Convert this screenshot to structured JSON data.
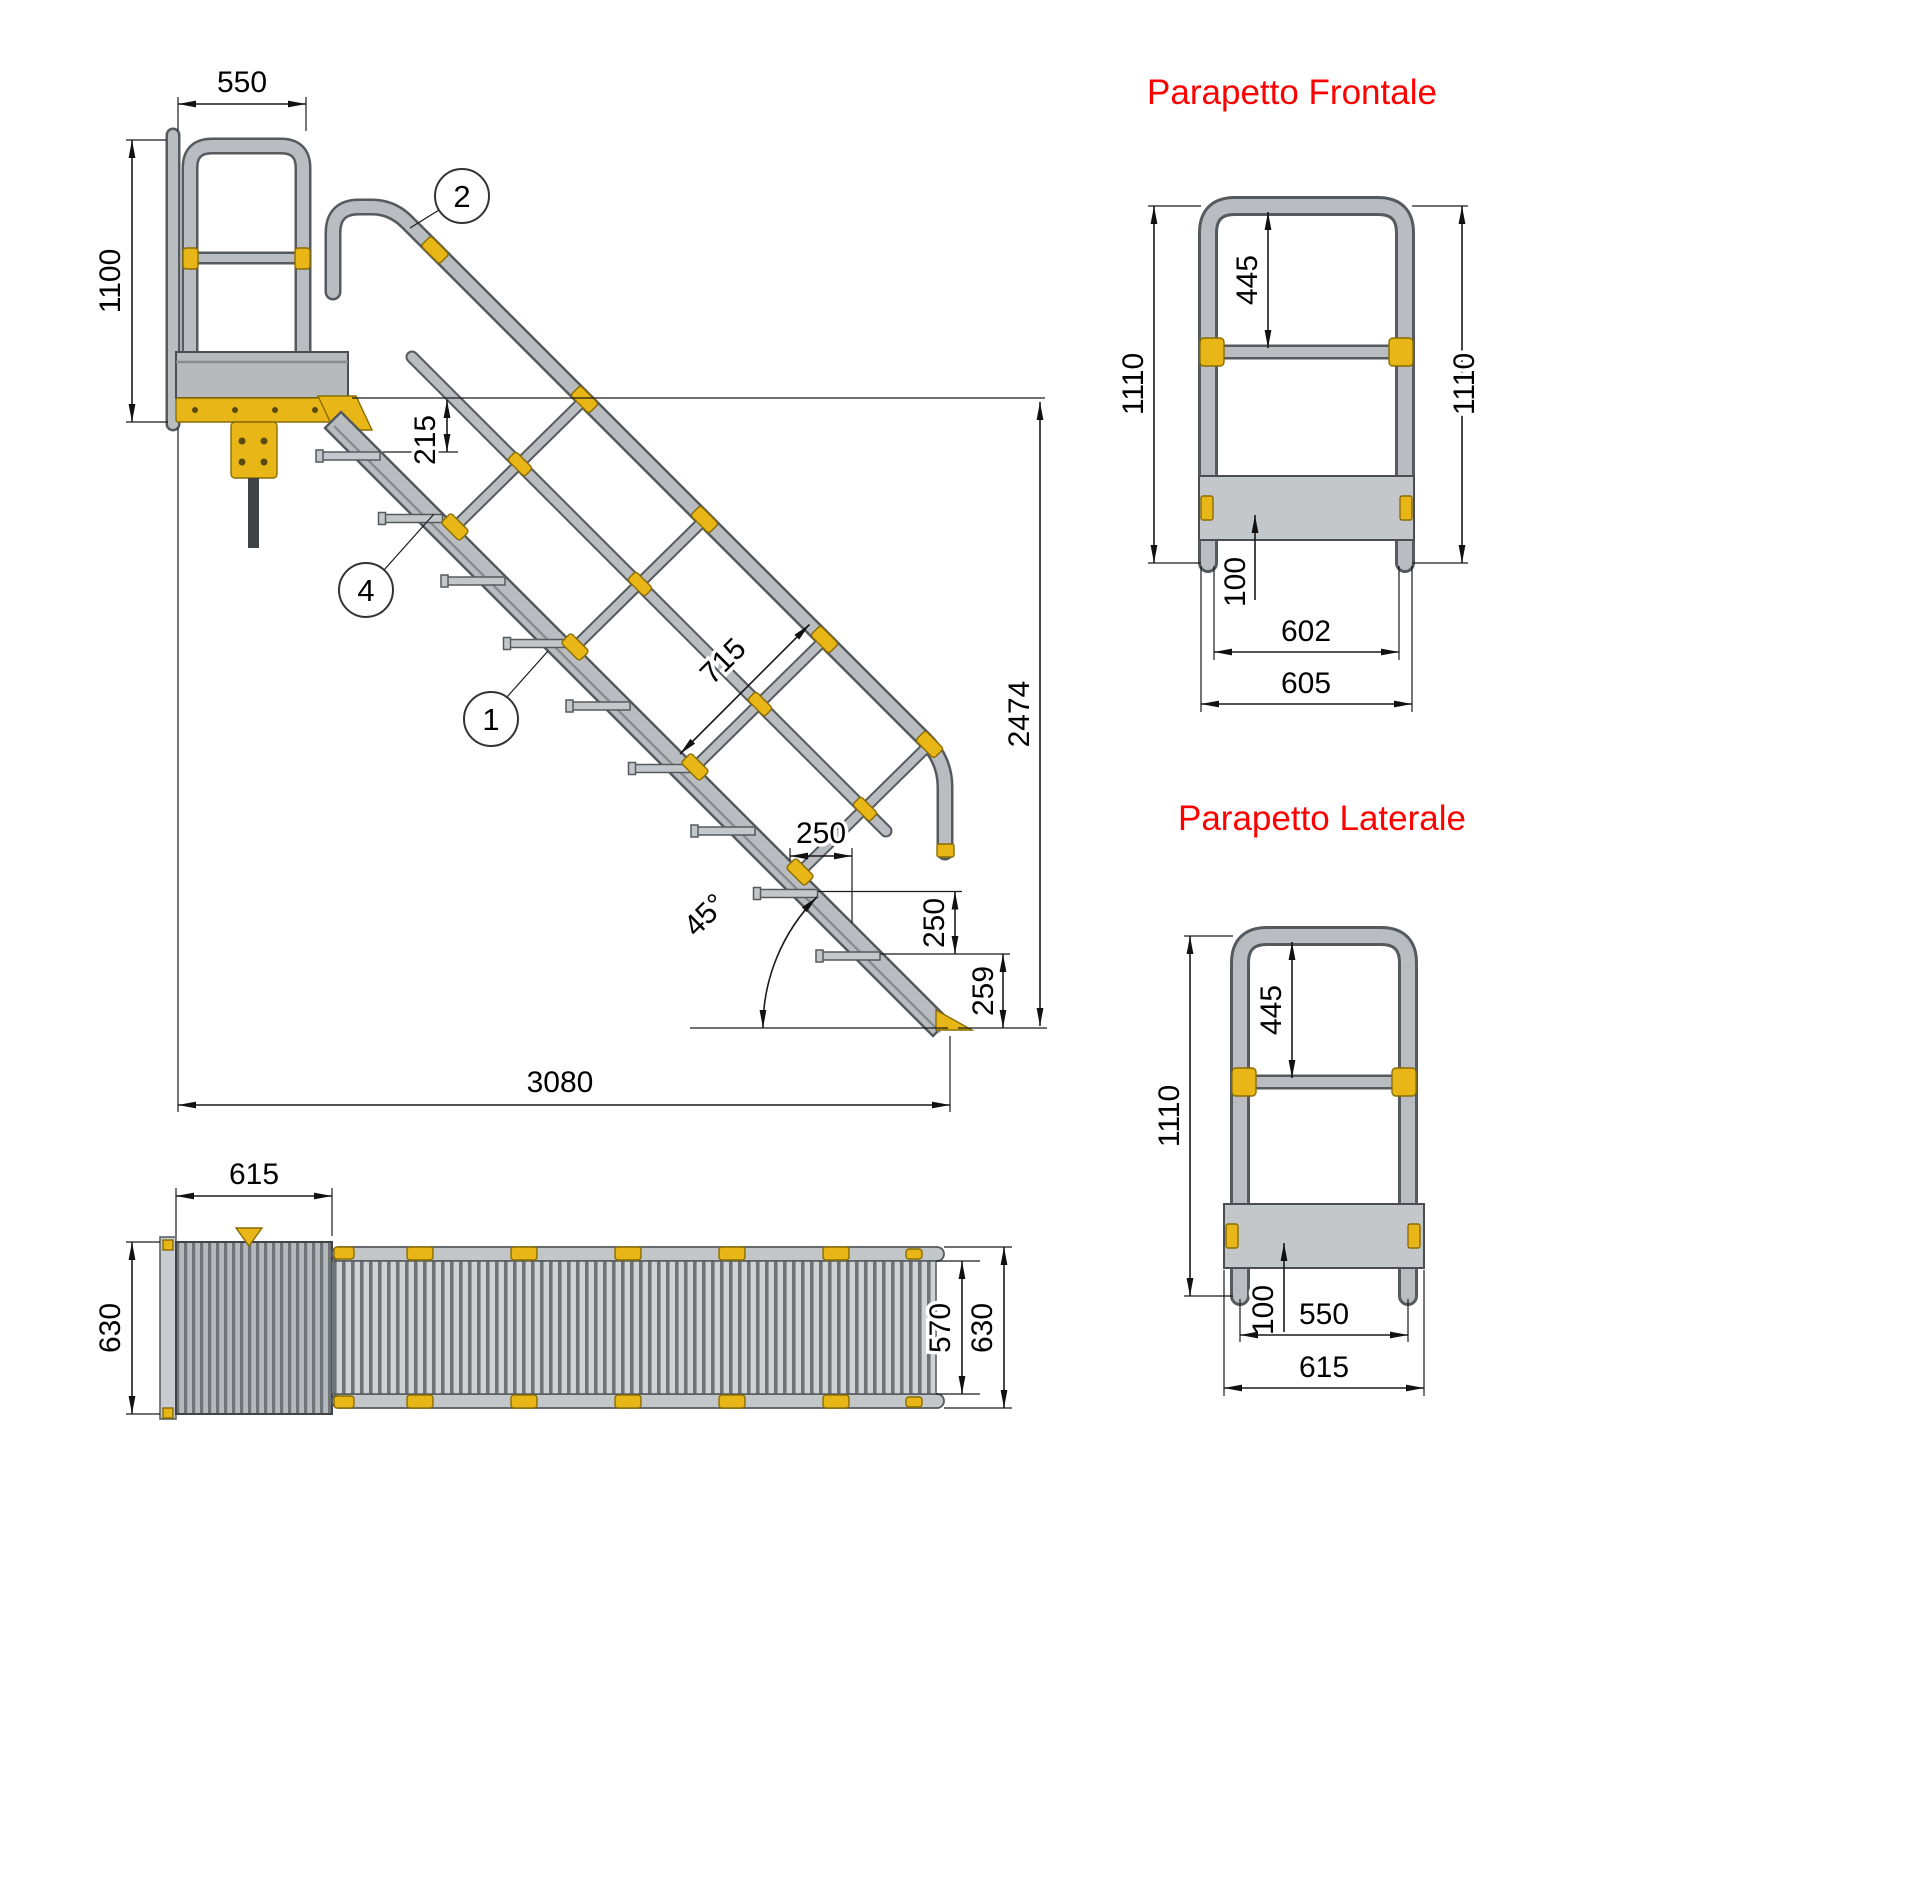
{
  "callouts": {
    "handrail": "2",
    "stringer": "4",
    "step": "1"
  },
  "side_view": {
    "dim_platform_width": "550",
    "dim_guard_height": "1100",
    "dim_first_step": "215",
    "dim_rail_offset": "715",
    "dim_total_height": "2474",
    "dim_step_run": "250",
    "dim_step_rise": "250",
    "dim_base_height": "259",
    "dim_angle": "45°",
    "dim_total_length": "3080"
  },
  "plan_view": {
    "dim_platform_length": "615",
    "dim_width_left": "630",
    "dim_inner_width": "570",
    "dim_width_right": "630"
  },
  "frontale": {
    "title": "Parapetto Frontale",
    "dim_mid_rail": "445",
    "dim_height_left": "1110",
    "dim_height_right": "1110",
    "dim_toe_board": "100",
    "dim_inner_width": "602",
    "dim_outer_width": "605"
  },
  "laterale": {
    "title": "Parapetto Laterale",
    "dim_mid_rail": "445",
    "dim_height": "1110",
    "dim_toe_board": "100",
    "dim_post_width": "550",
    "dim_outer_width": "615"
  },
  "colors": {
    "metal": "#b9bdc1",
    "metal_light": "#cfd3d6",
    "outline": "#545a5e",
    "yellow": "#e8b617",
    "red": "#fe0000",
    "dim": "#1a1a1a"
  }
}
